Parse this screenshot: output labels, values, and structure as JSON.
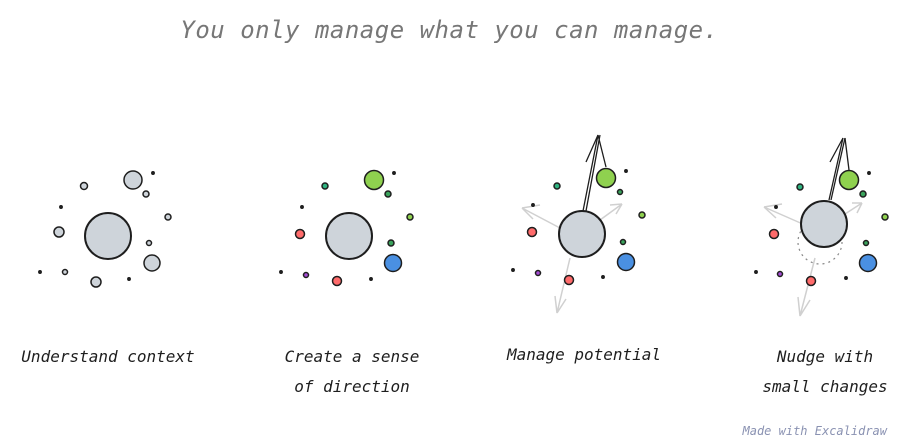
{
  "title": "You only manage what you can manage.",
  "panels": [
    {
      "label_line1": "Understand context",
      "label_line2": "",
      "variant": "grey"
    },
    {
      "label_line1": "Create a sense",
      "label_line2": "of direction",
      "variant": "colored"
    },
    {
      "label_line1": "Manage potential",
      "label_line2": "",
      "variant": "arrows"
    },
    {
      "label_line1": "Nudge with",
      "label_line2": "small changes",
      "variant": "nudge"
    }
  ],
  "footer": "Made with Excalidraw",
  "colors": {
    "core": "#ced4da",
    "stroke": "#1e1e1e",
    "green": "#8fd14f",
    "blue": "#4a90e2",
    "red": "#ff6b6b",
    "teal": "#2fb380",
    "purple": "#a64dd6",
    "arrow_faint": "#d0d0d0"
  }
}
